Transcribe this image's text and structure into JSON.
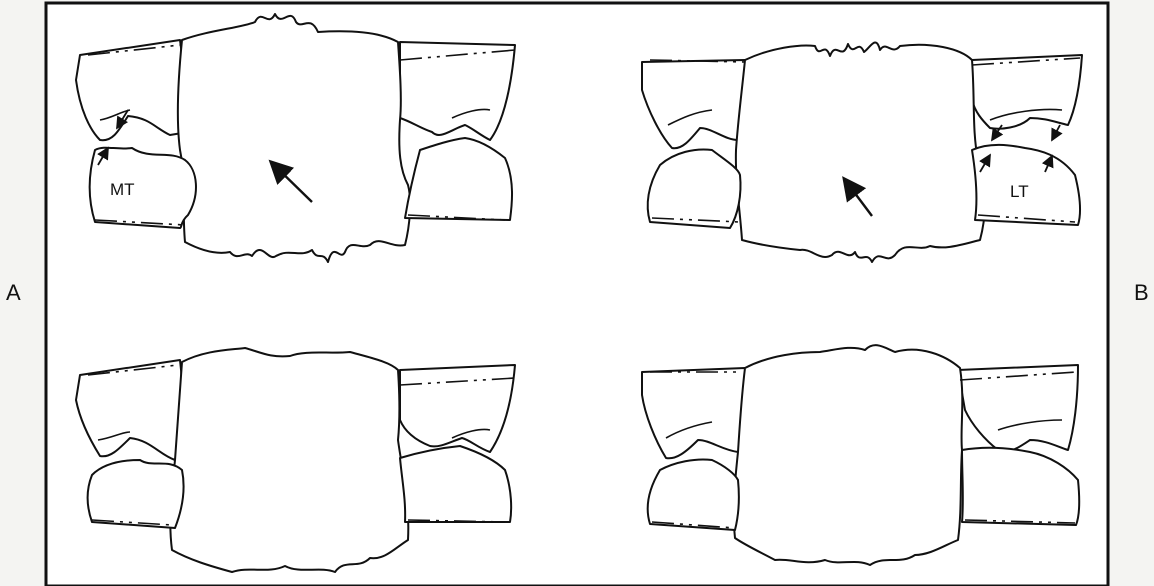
{
  "labels": {
    "panel_a": "A",
    "panel_b": "B",
    "mt": "MT",
    "lt": "LT"
  },
  "colors": {
    "line": "#111111",
    "paper": "#ffffff",
    "background": "#f4f4f2"
  }
}
